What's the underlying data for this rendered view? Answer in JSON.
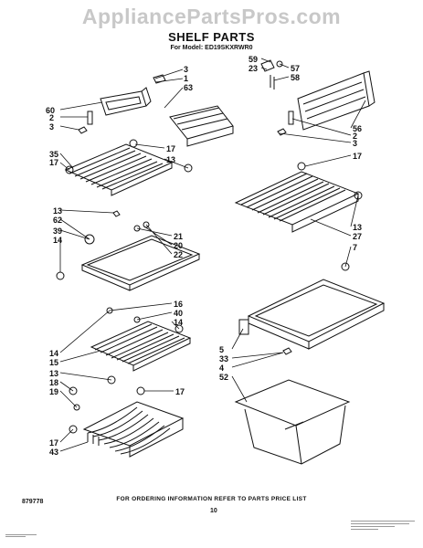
{
  "watermark": "AppliancePartsPros.com",
  "title": "SHELF PARTS",
  "subtitle": "For Model: ED19SKXRWR0",
  "footer_note": "FOR ORDERING INFORMATION REFER TO PARTS PRICE LIST",
  "doc_number": "879778",
  "page_number": "10",
  "callouts": [
    "3",
    "1",
    "63",
    "60",
    "2",
    "3",
    "35",
    "17",
    "17",
    "13",
    "13",
    "62",
    "39",
    "14",
    "21",
    "20",
    "22",
    "16",
    "40",
    "14",
    "14",
    "15",
    "13",
    "18",
    "19",
    "17",
    "17",
    "43",
    "59",
    "23",
    "57",
    "58",
    "56",
    "2",
    "3",
    "17",
    "13",
    "27",
    "7",
    "5",
    "33",
    "4",
    "52"
  ]
}
